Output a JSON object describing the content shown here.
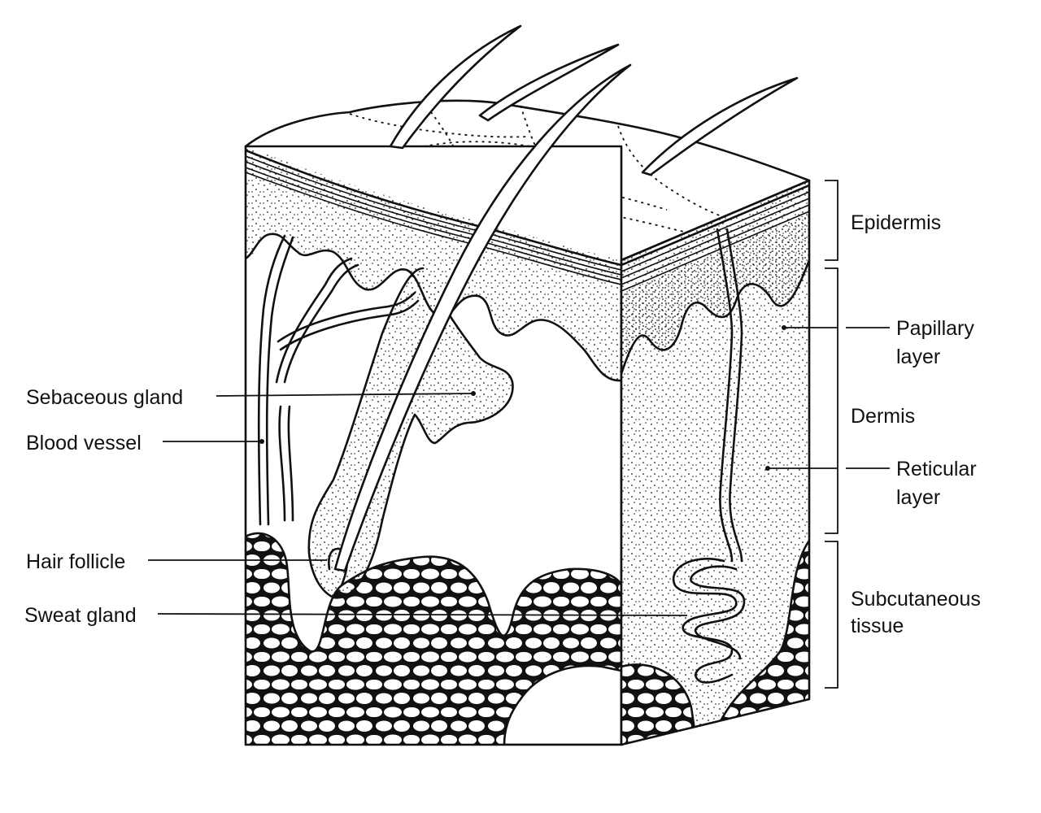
{
  "labels": {
    "left": {
      "sebaceous_gland": "Sebaceous gland",
      "blood_vessel": "Blood vessel",
      "hair_follicle": "Hair follicle",
      "sweat_gland": "Sweat gland"
    },
    "right": {
      "epidermis": "Epidermis",
      "papillary_line1": "Papillary",
      "papillary_line2": "layer",
      "dermis": "Dermis",
      "reticular_line1": "Reticular",
      "reticular_line2": "layer",
      "subcutaneous_line1": "Subcutaneous",
      "subcutaneous_line2": "tissue"
    }
  },
  "colors": {
    "ink": "#111111",
    "paper": "#ffffff"
  }
}
